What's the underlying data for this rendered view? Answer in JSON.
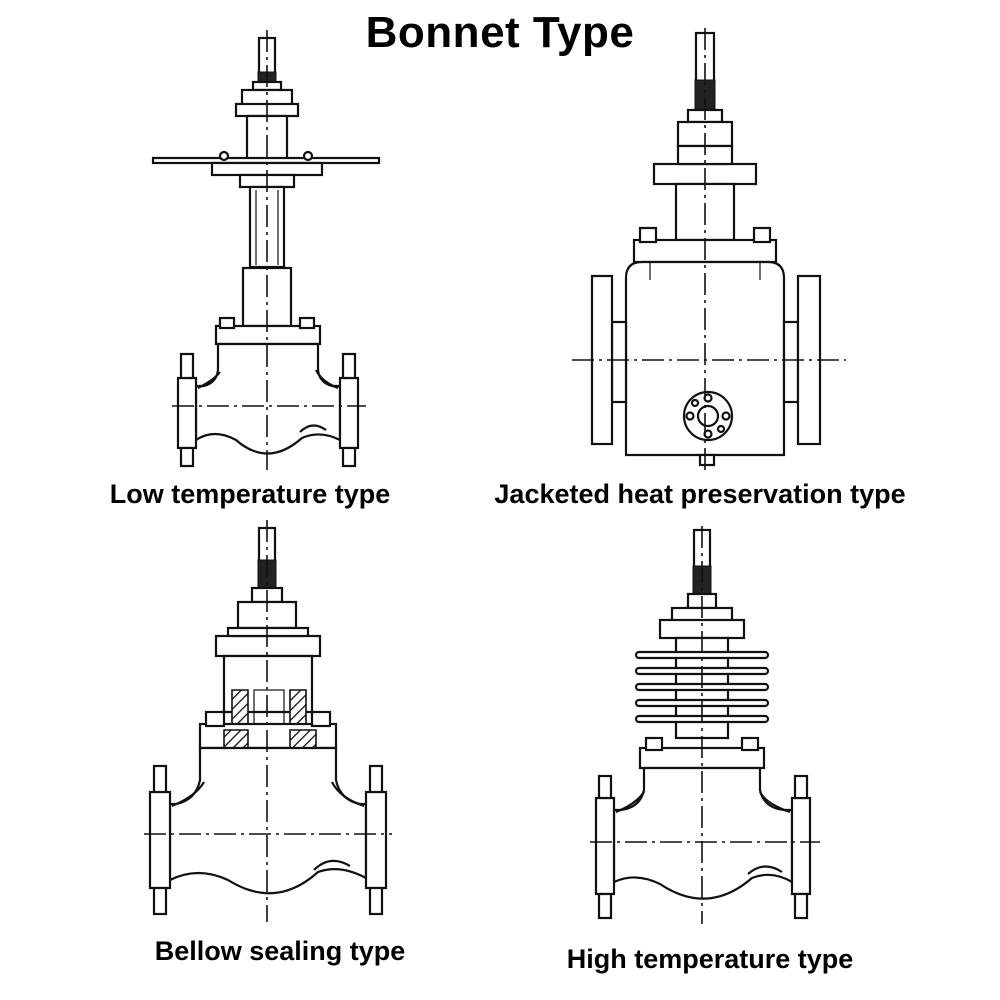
{
  "title": "Bonnet Type",
  "captions": {
    "low_temperature": "Low temperature type",
    "jacketed": "Jacketed heat preservation type",
    "bellow_sealing": "Bellow sealing type",
    "high_temperature": "High temperature type"
  }
}
